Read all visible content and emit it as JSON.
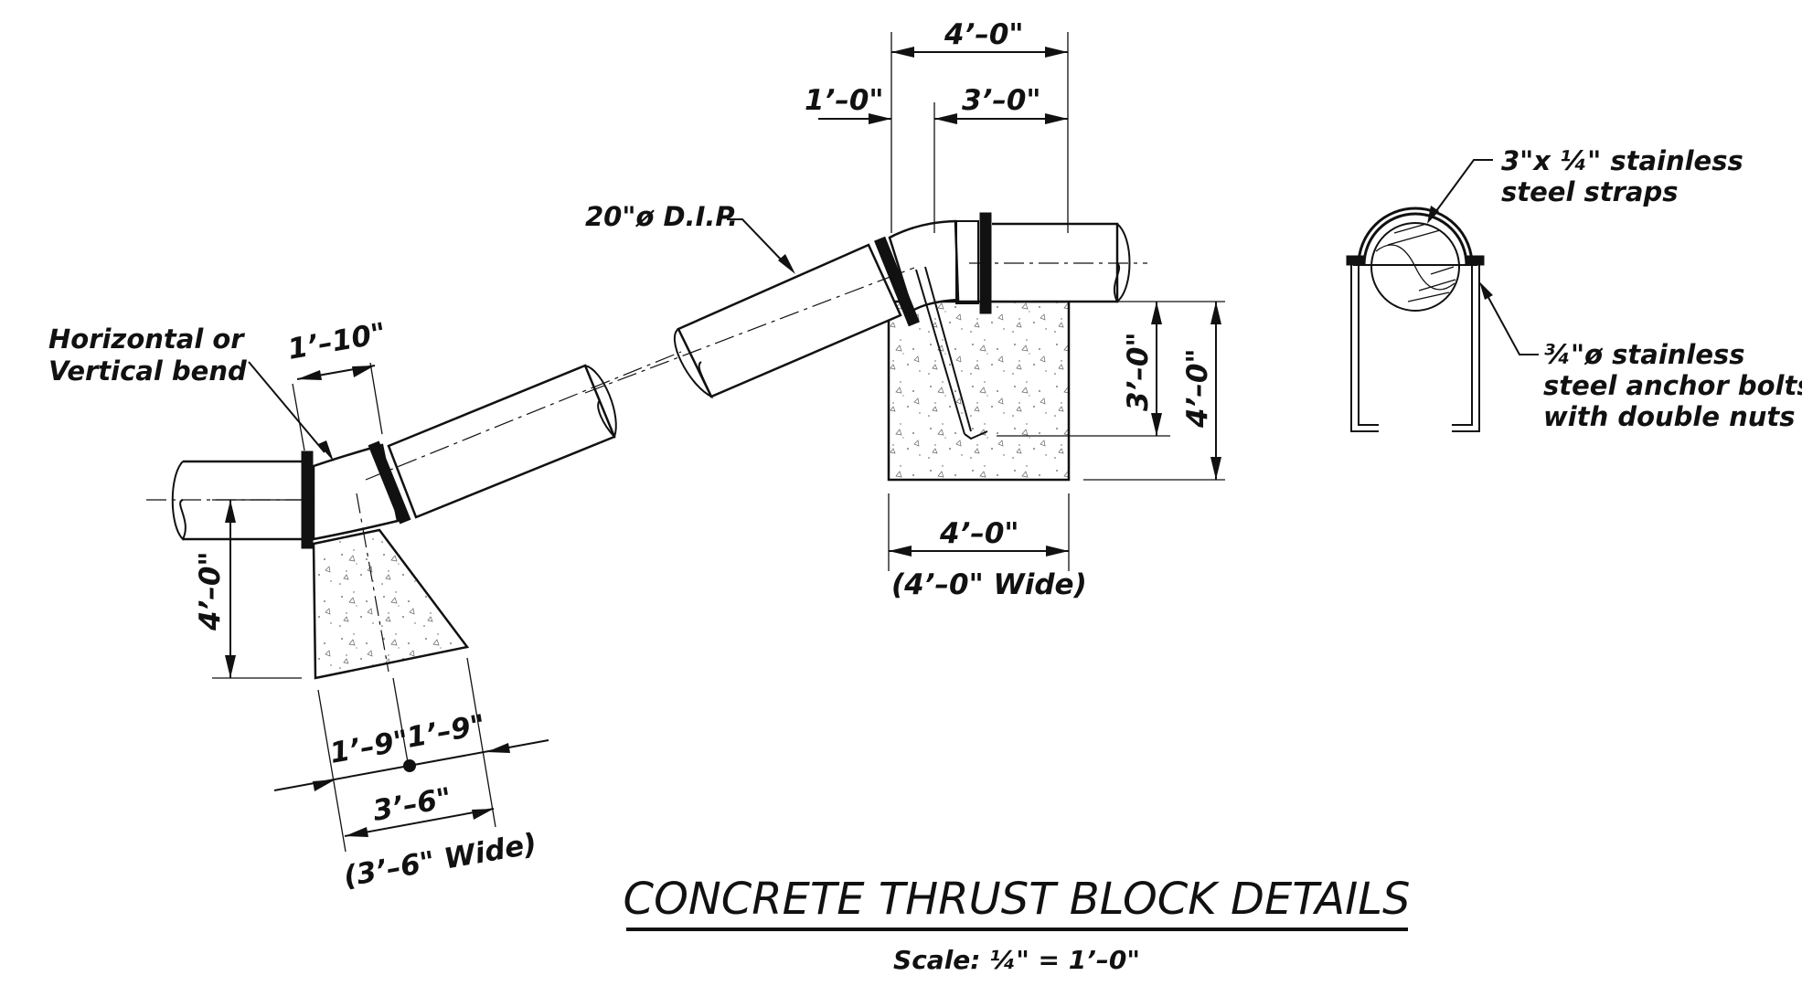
{
  "title": "CONCRETE THRUST BLOCK DETAILS",
  "scale": "Scale: ¼\" = 1’–0\"",
  "left_detail": {
    "bend_note_line1": "Horizontal or",
    "bend_note_line2": "Vertical bend",
    "dim_bend_length": "1’–10\"",
    "dim_height": "4’–0\"",
    "dim_half_left": "1’–9\"",
    "dim_half_right": "1’–9\"",
    "dim_base": "3’–6\"",
    "dim_base_width": "(3’–6\" Wide)"
  },
  "right_detail": {
    "pipe_note": "20\"ø D.I.P.",
    "dim_top_total": "4’–0\"",
    "dim_top_left": "1’–0\"",
    "dim_top_right": "3’–0\"",
    "dim_bolt_depth": "3’–0\"",
    "dim_block_height": "4’–0\"",
    "dim_base": "4’–0\"",
    "dim_base_width": "(4’–0\" Wide)"
  },
  "strap_detail": {
    "strap_note_line1": "3\"x ¼\" stainless",
    "strap_note_line2": "steel straps",
    "bolt_note_line1": "¾\"ø stainless",
    "bolt_note_line2": "steel anchor bolts",
    "bolt_note_line3": "with double nuts"
  }
}
